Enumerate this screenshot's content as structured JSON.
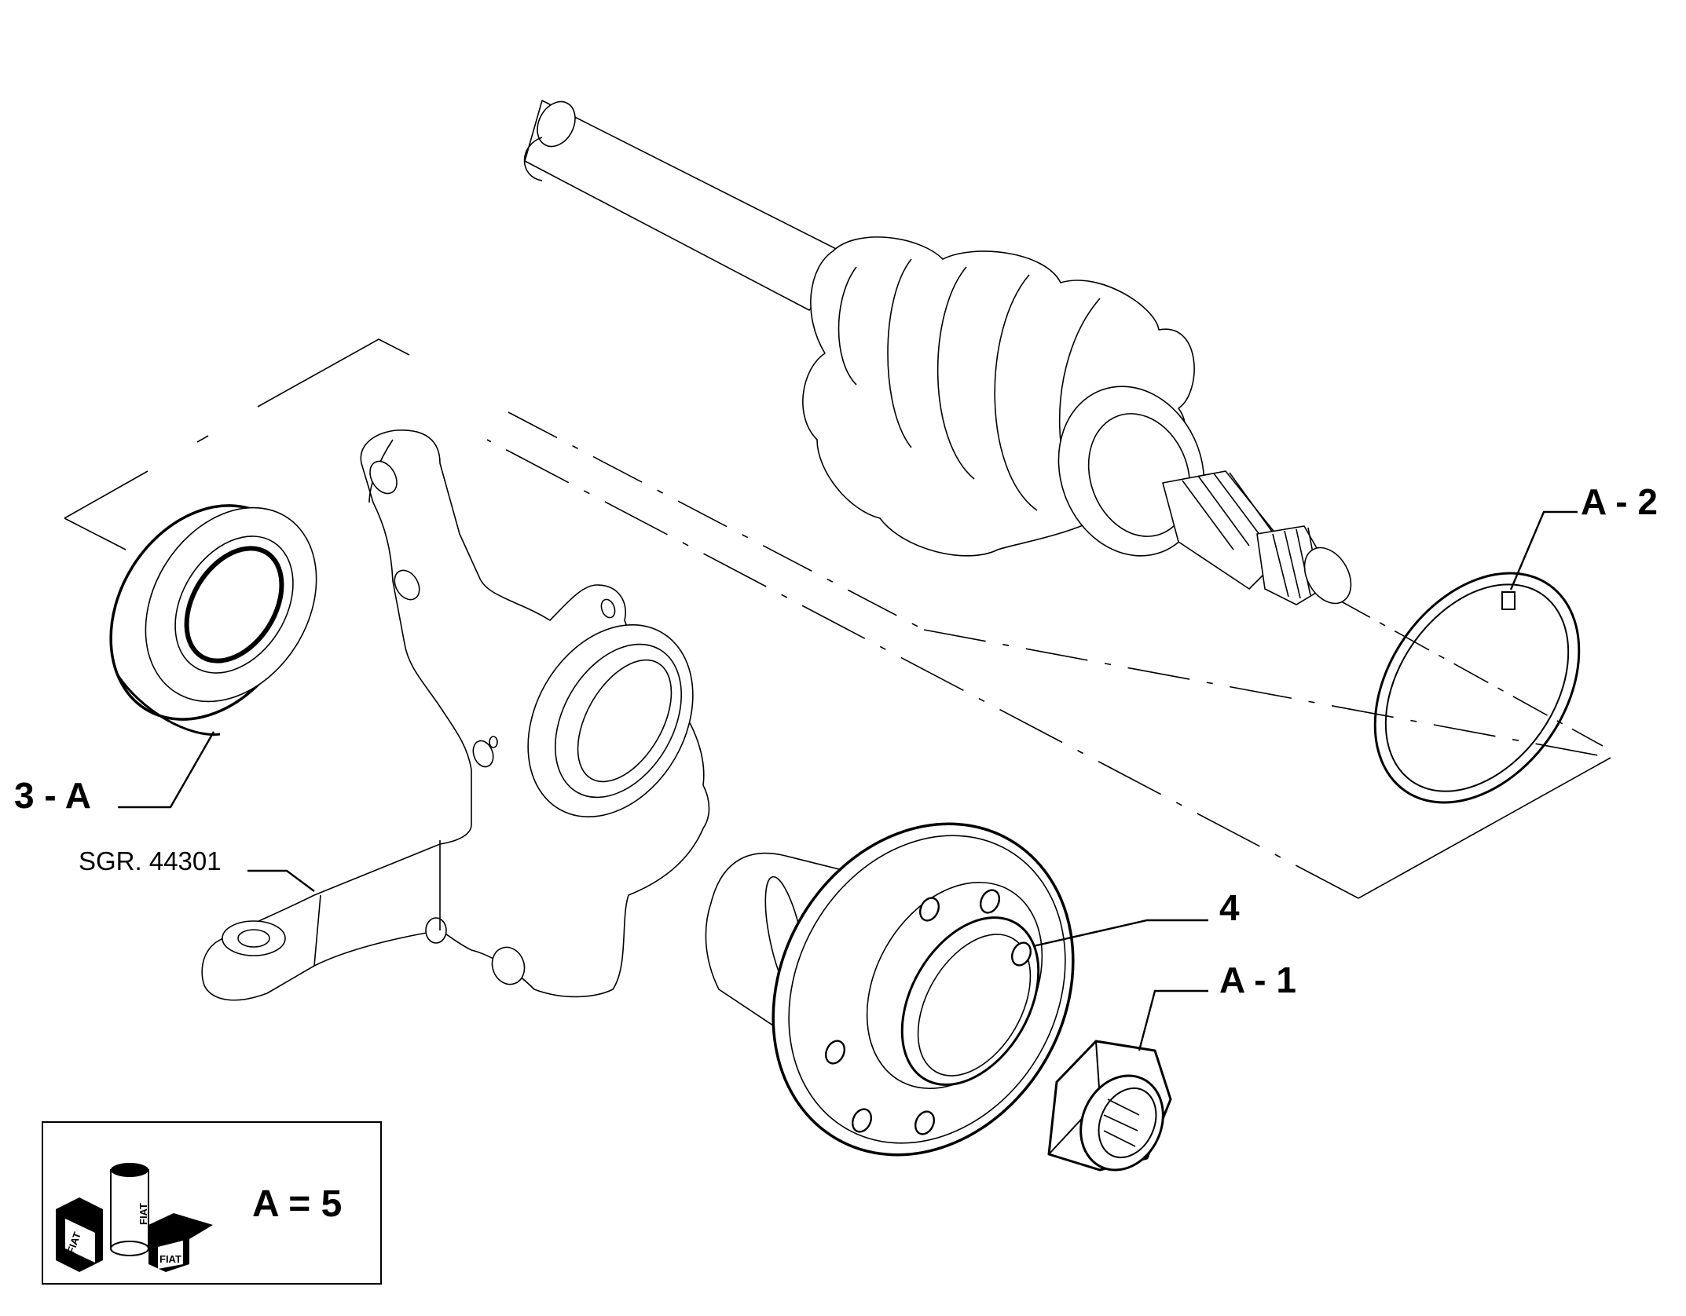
{
  "callouts": {
    "a2": "A - 2",
    "three_a": "3 - A",
    "sgr": "SGR. 44301",
    "four": "4",
    "a1": "A - 1"
  },
  "legend": {
    "text": "A = 5",
    "stamp": "FIAT"
  },
  "icons": {
    "drive_shaft": "drive-shaft-icon",
    "wheel_bearing": "wheel-bearing-icon",
    "steering_knuckle": "steering-knuckle-icon",
    "wheel_hub": "wheel-hub-icon",
    "hub_nut": "hub-nut-icon",
    "snap_ring": "snap-ring-icon",
    "fiat_kit": "fiat-kit-icon"
  }
}
